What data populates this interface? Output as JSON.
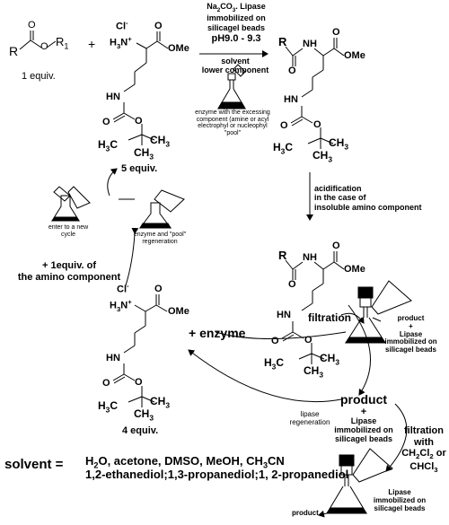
{
  "reagents": {
    "ester_R": "R",
    "ester_O1": "O",
    "ester_O2": "O",
    "ester_R1": "R",
    "ester_R1_sub": "1",
    "ester_equiv": "1 equiv.",
    "plus1": "+",
    "amine_Cl": "Cl",
    "amine_Cl_sup": "-",
    "amine_H3N": "H3N",
    "amine_plus": "+",
    "amine_O": "O",
    "amine_OMe": "OMe",
    "amine_HN": "HN",
    "amine_O2": "O",
    "amine_O3": "O",
    "amine_H3C": "H3C",
    "amine_CH3a": "CH3",
    "amine_CH3b": "CH3",
    "amine_equiv": "5  equiv."
  },
  "conditions": {
    "line1": "Na2CO3. Lipase",
    "line2": "immobilized on",
    "line3": "silicagel beads",
    "line4": "pH9.0 - 9.3",
    "line5": "solvent",
    "line6": "lower component",
    "flask_note1": "enzyme with the excessing",
    "flask_note2": "component (amine or acyl",
    "flask_note3": "electrophyl or nucleophyl",
    "flask_note4": "\"pool\""
  },
  "product1": {
    "R": "R",
    "NH": "NH",
    "O1": "O",
    "O2": "O",
    "OMe": "OMe",
    "HN": "HN",
    "O3": "O",
    "O4": "O",
    "H3C": "H3C",
    "CH3a": "CH3",
    "CH3b": "CH3"
  },
  "acidification": {
    "line1": "acidification",
    "line2": "in the case of",
    "line3": "insoluble amino component"
  },
  "product2": {
    "R": "R",
    "NH": "NH",
    "O1": "O",
    "O2": "O",
    "OMe": "OMe",
    "HN": "HN",
    "O3": "O",
    "O4": "O",
    "H3C": "H3C",
    "CH3a": "CH3",
    "CH3b": "CH3"
  },
  "filtration1": {
    "label": "filtration",
    "product": "product",
    "plus": "+",
    "lipase1": "Lipase",
    "lipase2": "immobilized on",
    "lipase3": "silicagel beads"
  },
  "cycle": {
    "enter1": "enter to a new",
    "enter2": "cycle",
    "regen1": "enzyme and \"pool\"",
    "regen2": "regeneration",
    "add1": "+ 1equiv. of",
    "add2": "the amino component"
  },
  "pool": {
    "Cl": "Cl",
    "Cl_sup": "-",
    "H3N": "H3N",
    "plus": "+",
    "O1": "O",
    "OMe": "OMe",
    "HN": "HN",
    "O2": "O",
    "O3": "O",
    "H3C": "H3C",
    "CH3a": "CH3",
    "CH3b": "CH3",
    "equiv": "4  equiv.",
    "enzyme": "+  enzyme"
  },
  "bottom": {
    "product": "product",
    "plus": "+",
    "lipase1": "Lipase",
    "lipase2": "immobilized on",
    "lipase3": "silicagel beads",
    "regen1": "lipase",
    "regen2": "regeneration",
    "filt1": "filtration",
    "filt2": "with",
    "filt3": "CH2Cl2 or",
    "filt4": "CHCl3",
    "final_product": "product",
    "final_lipase1": "Lipase",
    "final_lipase2": "immobilized on",
    "final_lipase3": "silicagel beads"
  },
  "solvent": {
    "label": "solvent =",
    "line1": "H2O, acetone, DMSO, MeOH, CH3CN",
    "line2": "1,2-ethanediol;1,3-propanediol;1, 2-propanediol"
  }
}
